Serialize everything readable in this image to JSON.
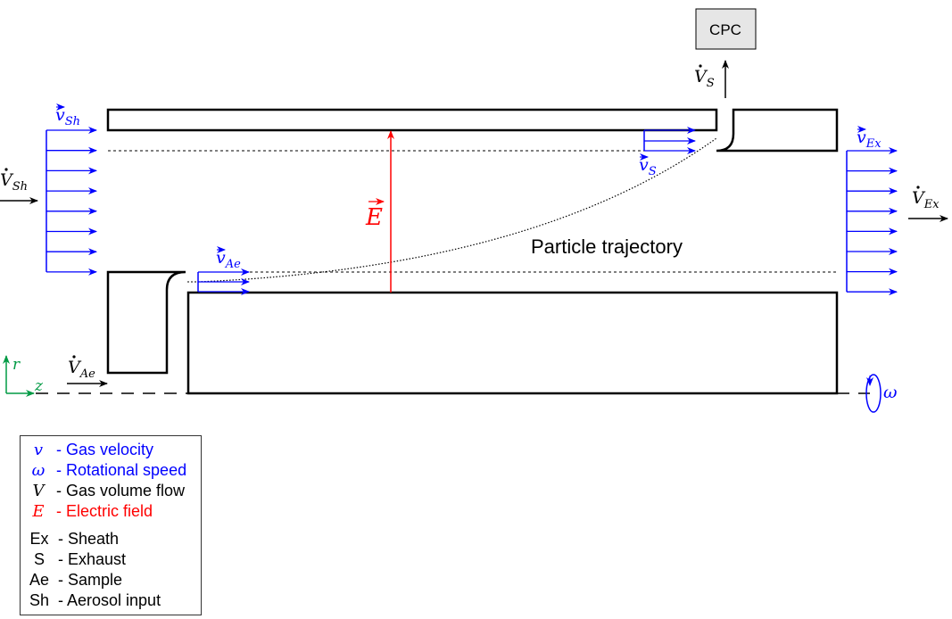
{
  "colors": {
    "velocity": "#0000ff",
    "field": "#ff0000",
    "axes": "#009a44",
    "outline": "#000000",
    "cpc_fill": "#e6e6e6"
  },
  "cpc_label": "CPC",
  "trajectory_label": "Particle trajectory",
  "labels": {
    "v_sh": {
      "base": "v",
      "sub": "Sh"
    },
    "V_sh": {
      "base": "V",
      "sub": "Sh"
    },
    "v_s": {
      "base": "v",
      "sub": "S"
    },
    "V_s": {
      "base": "V",
      "sub": "S"
    },
    "v_ae": {
      "base": "v",
      "sub": "Ae"
    },
    "V_ae": {
      "base": "V",
      "sub": "Ae"
    },
    "v_ex": {
      "base": "v",
      "sub": "Ex"
    },
    "V_ex": {
      "base": "V",
      "sub": "Ex"
    },
    "E": "E",
    "omega": "ω",
    "axis_r": "r",
    "axis_z": "z"
  },
  "legend": {
    "symbols": [
      {
        "symbol": "v",
        "text": "- Gas velocity",
        "color": "#0000ff"
      },
      {
        "symbol": "ω",
        "text": "- Rotational speed",
        "color": "#0000ff"
      },
      {
        "symbol": "V",
        "text": "- Gas volume flow",
        "color": "#000000"
      },
      {
        "symbol": "E",
        "text": "- Electric field",
        "color": "#ff0000"
      }
    ],
    "abbreviations": [
      {
        "abbr": "Ex",
        "text": "- Sheath"
      },
      {
        "abbr": "S",
        "text": "- Exhaust"
      },
      {
        "abbr": "Ae",
        "text": "- Sample"
      },
      {
        "abbr": "Sh",
        "text": "- Aerosol input"
      }
    ]
  }
}
